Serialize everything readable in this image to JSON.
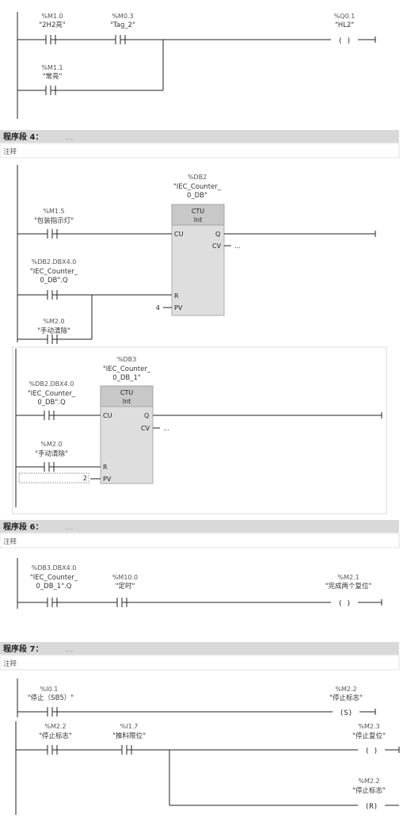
{
  "segments": {
    "seg4": {
      "title": "程序段 4：",
      "dots": "....",
      "note": "注释"
    },
    "seg6": {
      "title": "程序段 6：",
      "dots": "....",
      "note": "注释"
    },
    "seg7": {
      "title": "程序段 7：",
      "dots": "....",
      "note": "注释"
    }
  },
  "rung3": {
    "c1": {
      "addr": "%M1.0",
      "name": "\"2H2亮\""
    },
    "c2": {
      "addr": "%M0.3",
      "name": "\"Tag_2\""
    },
    "c3": {
      "addr": "%M1.1",
      "name": "\"常亮\""
    },
    "coil": {
      "addr": "%Q0.1",
      "name": "\"HL2\"",
      "sym": "(  )"
    }
  },
  "rung4": {
    "db": {
      "addr": "%DB2",
      "name1": "\"IEC_Counter_",
      "name2": "0_DB\""
    },
    "block": {
      "type": "CTU",
      "dtype": "Int",
      "cu": "CU",
      "q": "Q",
      "cv": "CV",
      "r": "R",
      "pv": "PV",
      "cv_val": "...",
      "pv_val": "4"
    },
    "c1": {
      "addr": "%M1.5",
      "name": "\"包装指示灯\""
    },
    "c2": {
      "addr": "%DB2.DBX4.0",
      "name1": "\"IEC_Counter_",
      "name2": "0_DB\".Q"
    },
    "c3": {
      "addr": "%M2.0",
      "name": "\"手动清除\""
    }
  },
  "rung5": {
    "db": {
      "addr": "%DB3",
      "name1": "\"IEC_Counter_",
      "name2": "0_DB_1\""
    },
    "block": {
      "type": "CTU",
      "dtype": "Int",
      "cu": "CU",
      "q": "Q",
      "cv": "CV",
      "r": "R",
      "pv": "PV",
      "cv_val": "...",
      "pv_val": "2"
    },
    "c1": {
      "addr": "%DB2.DBX4.0",
      "name1": "\"IEC_Counter_",
      "name2": "0_DB\".Q"
    },
    "c2": {
      "addr": "%M2.0",
      "name": "\"手动清除\""
    }
  },
  "rung6": {
    "c1": {
      "addr": "%DB3.DBX4.0",
      "name1": "\"IEC_Counter_",
      "name2": "0_DB_1\".Q"
    },
    "c2": {
      "addr": "%M10.0",
      "name": "\"定时\""
    },
    "coil": {
      "addr": "%M2.1",
      "name": "\"完成两个复位\"",
      "sym": "(  )"
    }
  },
  "rung7a": {
    "c1": {
      "addr": "%I0.1",
      "name": "\"停止（SB5）\""
    },
    "coil": {
      "addr": "%M2.2",
      "name": "\"停止标志\"",
      "sym": "(S)"
    }
  },
  "rung7b": {
    "c1": {
      "addr": "%M2.2",
      "name": "\"停止标志\""
    },
    "c2": {
      "addr": "%I1.7",
      "name": "\"推料限位\""
    },
    "coil1": {
      "addr": "%M2.3",
      "name": "\"停止复位\"",
      "sym": "(  )"
    },
    "coil2": {
      "addr": "%M2.2",
      "name": "\"停止标志\"",
      "sym": "(R)"
    }
  }
}
